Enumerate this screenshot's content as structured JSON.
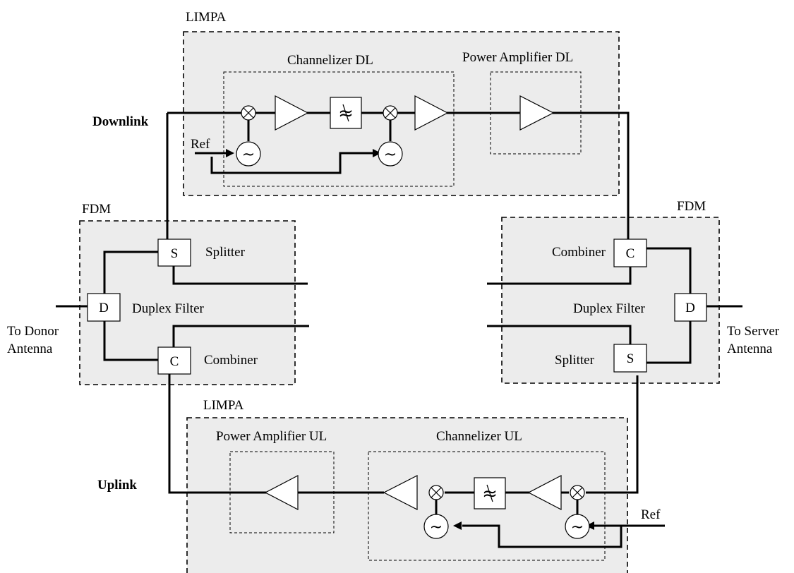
{
  "limpa_dl": {
    "label": "LIMPA",
    "channelizer": "Channelizer DL",
    "power_amp": "Power Amplifier DL",
    "ref": "Ref"
  },
  "limpa_ul": {
    "label": "LIMPA",
    "channelizer": "Channelizer UL",
    "power_amp": "Power Amplifier UL",
    "ref": "Ref"
  },
  "paths": {
    "downlink": "Downlink",
    "uplink": "Uplink"
  },
  "fdm_left": {
    "label": "FDM",
    "splitter_letter": "S",
    "splitter_label": "Splitter",
    "duplex_letter": "D",
    "duplex_label": "Duplex Filter",
    "combiner_letter": "C",
    "combiner_label": "Combiner",
    "antenna_line1": "To Donor",
    "antenna_line2": "Antenna"
  },
  "fdm_right": {
    "label": "FDM",
    "combiner_letter": "C",
    "combiner_label": "Combiner",
    "duplex_letter": "D",
    "duplex_label": "Duplex Filter",
    "splitter_letter": "S",
    "splitter_label": "Splitter",
    "antenna_line1": "To Server",
    "antenna_line2": "Antenna"
  },
  "symbols": {
    "oscillator": "~",
    "filter": "≈"
  }
}
